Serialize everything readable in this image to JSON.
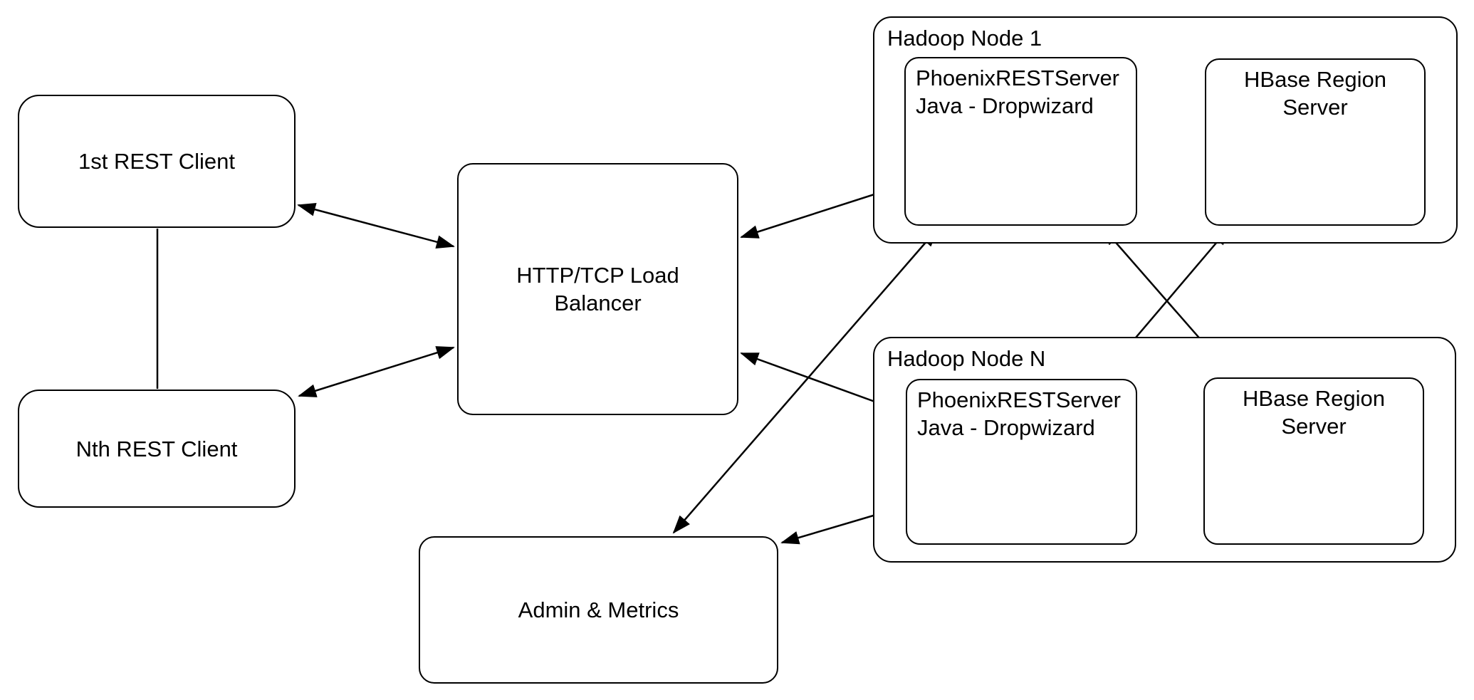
{
  "colors": {
    "background": "#ffffff",
    "stroke": "#000000",
    "text": "#000000"
  },
  "nodes": {
    "client_1": {
      "label": "1st REST Client"
    },
    "client_n": {
      "label": "Nth REST Client"
    },
    "load_balancer": {
      "label": "HTTP/TCP Load Balancer"
    },
    "admin_metrics": {
      "label": "Admin & Metrics"
    },
    "hadoop_node_1": {
      "label": "Hadoop Node 1",
      "phoenix_server": {
        "label": "PhoenixRESTServer Java - Dropwizard"
      },
      "hbase_server": {
        "label": "HBase Region Server"
      }
    },
    "hadoop_node_n": {
      "label": "Hadoop Node N",
      "phoenix_server": {
        "label": "PhoenixRESTServer Java - Dropwizard"
      },
      "hbase_server": {
        "label": "HBase Region Server"
      }
    }
  },
  "edges": [
    {
      "from": "client_1",
      "to": "load_balancer",
      "bidirectional": true
    },
    {
      "from": "client_1",
      "to": "client_n",
      "bidirectional": false,
      "style": "plain-line"
    },
    {
      "from": "client_n",
      "to": "load_balancer",
      "bidirectional": true
    },
    {
      "from": "load_balancer",
      "to": "hadoop_node_1.phoenix_server",
      "bidirectional": true
    },
    {
      "from": "load_balancer",
      "to": "hadoop_node_n.phoenix_server",
      "bidirectional": true
    },
    {
      "from": "admin_metrics",
      "to": "hadoop_node_1.phoenix_server",
      "bidirectional": true
    },
    {
      "from": "admin_metrics",
      "to": "hadoop_node_n.phoenix_server",
      "bidirectional": true
    },
    {
      "from": "hadoop_node_1.phoenix_server",
      "to": "hadoop_node_1.hbase_server",
      "bidirectional": true
    },
    {
      "from": "hadoop_node_n.phoenix_server",
      "to": "hadoop_node_n.hbase_server",
      "bidirectional": true
    },
    {
      "from": "hadoop_node_1.phoenix_server",
      "to": "hadoop_node_n.hbase_server",
      "bidirectional": true
    },
    {
      "from": "hadoop_node_1.hbase_server",
      "to": "hadoop_node_n.phoenix_server",
      "bidirectional": true
    }
  ]
}
